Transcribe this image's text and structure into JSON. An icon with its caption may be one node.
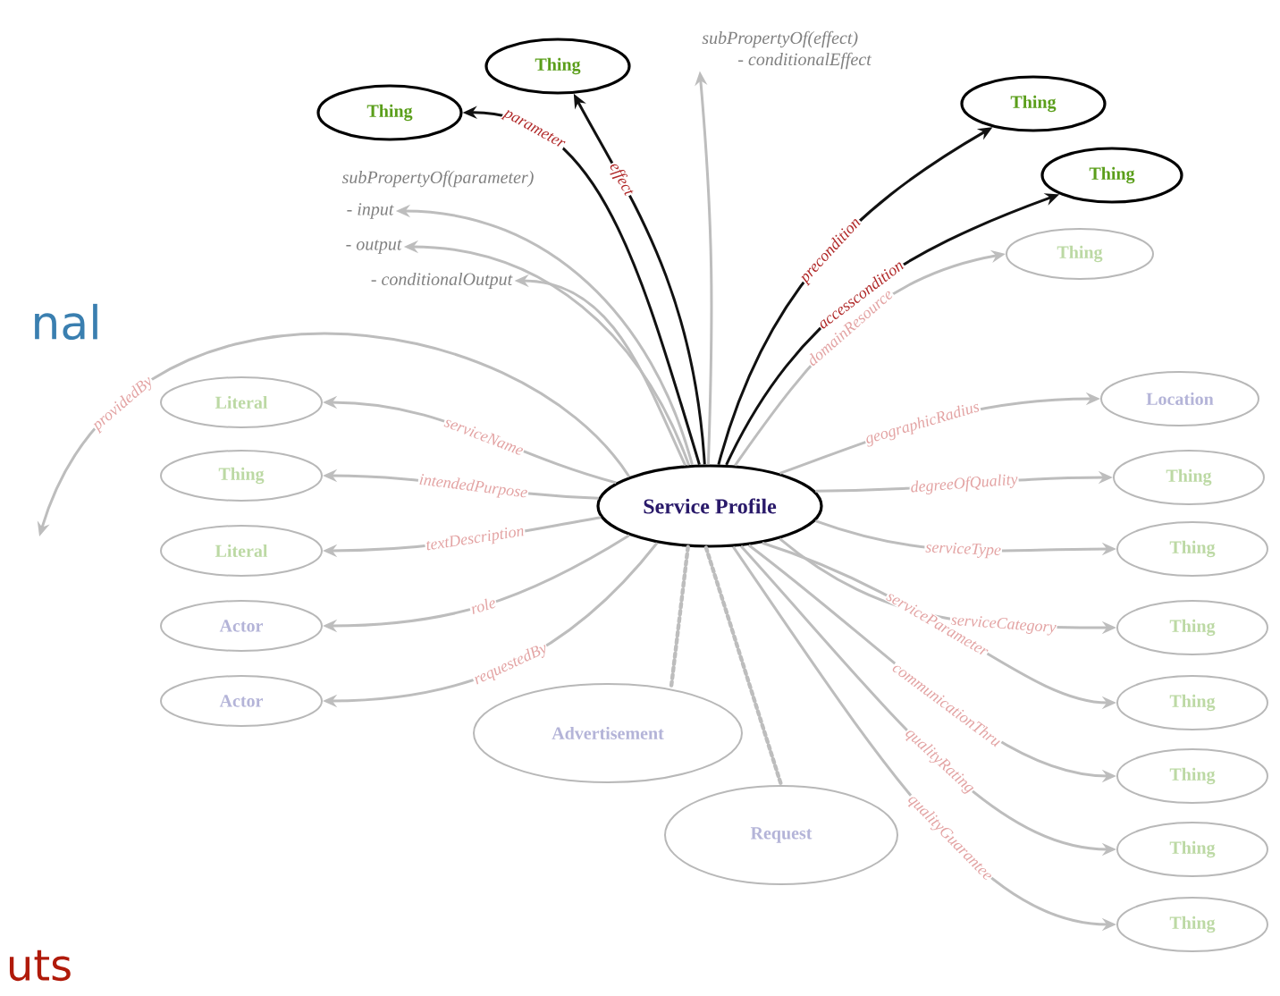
{
  "diagram": {
    "nodes": [
      {
        "text": [
          "Service Profile"
        ]
      },
      {
        "text": [
          "Thing"
        ]
      },
      {
        "text": [
          "Thing"
        ]
      },
      {
        "text": [
          "Thing"
        ]
      },
      {
        "text": [
          "Thing"
        ]
      },
      {
        "text": [
          "Thing"
        ]
      },
      {
        "text": [
          "Literal"
        ]
      },
      {
        "text": [
          "Thing"
        ]
      },
      {
        "text": [
          "Literal"
        ]
      },
      {
        "text": [
          "Actor"
        ]
      },
      {
        "text": [
          "Actor"
        ]
      },
      {
        "text": [
          "Location"
        ]
      },
      {
        "text": [
          "Thing"
        ]
      },
      {
        "text": [
          "Thing"
        ]
      },
      {
        "text": [
          "Thing"
        ]
      },
      {
        "text": [
          "Thing"
        ]
      },
      {
        "text": [
          "Thing"
        ]
      },
      {
        "text": [
          "Thing"
        ]
      },
      {
        "text": [
          "Thing"
        ]
      },
      {
        "text": [
          "Advertisement"
        ]
      },
      {
        "text": [
          "Request"
        ]
      },
      {
        "text": [
          "- input"
        ]
      },
      {
        "text": [
          "- output"
        ]
      },
      {
        "text": [
          "- conditionalOutput"
        ]
      },
      {
        "text": [
          "subPropertyOf(effect)",
          "- conditionalEffect"
        ]
      }
    ],
    "edges": [
      {
        "from": 0,
        "to": 1,
        "arrow": "to",
        "label": "parameter",
        "color": "#111111"
      },
      {
        "from": 0,
        "to": 2,
        "arrow": "to",
        "label": "effect",
        "color": "#111111"
      },
      {
        "from": 0,
        "to": 24,
        "arrow": "to"
      },
      {
        "from": 0,
        "to": 21,
        "arrow": "to"
      },
      {
        "from": 0,
        "to": 22,
        "arrow": "to"
      },
      {
        "from": 0,
        "to": 23,
        "arrow": "to"
      },
      {
        "from": 0,
        "to": 3,
        "arrow": "to",
        "label": "precondition",
        "color": "#111111"
      },
      {
        "from": 0,
        "to": 4,
        "arrow": "to",
        "label": "accesscondition",
        "color": "#111111"
      },
      {
        "from": 0,
        "to": 5,
        "arrow": "to",
        "label": "domainResource"
      },
      {
        "from": 0,
        "to": null,
        "arrow": "to",
        "label": "providedBy"
      },
      {
        "from": 0,
        "to": 6,
        "arrow": "to",
        "label": "serviceName"
      },
      {
        "from": 0,
        "to": 7,
        "arrow": "to",
        "label": "intendedPurpose"
      },
      {
        "from": 0,
        "to": 8,
        "arrow": "to",
        "label": "textDescription"
      },
      {
        "from": 0,
        "to": 9,
        "arrow": "to",
        "label": "role"
      },
      {
        "from": 0,
        "to": 10,
        "arrow": "to",
        "label": "requestedBy"
      },
      {
        "from": 0,
        "to": 11,
        "arrow": "to",
        "label": "geographicRadius"
      },
      {
        "from": 0,
        "to": 12,
        "arrow": "to",
        "label": "degreeOfQuality"
      },
      {
        "from": 0,
        "to": 13,
        "arrow": "to",
        "label": "serviceType"
      },
      {
        "from": 0,
        "to": 14,
        "arrow": "to",
        "label": "serviceCategory"
      },
      {
        "from": 0,
        "to": 15,
        "arrow": "to",
        "label": "serviceParameter"
      },
      {
        "from": 0,
        "to": 16,
        "arrow": "to",
        "label": "communicationThru"
      },
      {
        "from": 0,
        "to": 17,
        "arrow": "to",
        "label": "qualityRating"
      },
      {
        "from": 0,
        "to": 18,
        "arrow": "to",
        "label": "qualityGuarantee"
      },
      {
        "from": 0,
        "to": 19,
        "arrow": "none",
        "style": "dashed"
      },
      {
        "from": 0,
        "to": 20,
        "arrow": "none",
        "style": "dashed"
      }
    ],
    "labels": [
      "subPropertyOf(parameter)",
      "nal",
      "uts"
    ]
  }
}
